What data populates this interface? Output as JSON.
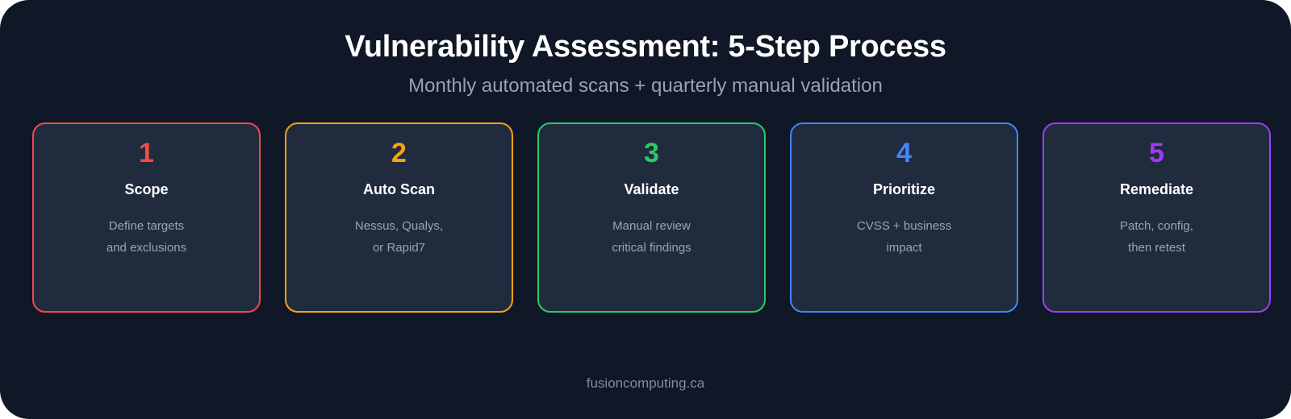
{
  "header": {
    "title": "Vulnerability Assessment: 5-Step Process",
    "subtitle": "Monthly automated scans + quarterly manual validation"
  },
  "colors": {
    "panel_background": "#101726",
    "card_background": "#212b3e",
    "title_text": "#ffffff",
    "subtitle_text": "#96a2b6",
    "description_text": "#98a4b6",
    "footer_text": "#7f8da4"
  },
  "steps": [
    {
      "number": "1",
      "title": "Scope",
      "description": "Define targets\nand exclusions",
      "accent": "#ee4b4b"
    },
    {
      "number": "2",
      "title": "Auto Scan",
      "description": "Nessus, Qualys,\nor Rapid7",
      "accent": "#f5a214"
    },
    {
      "number": "3",
      "title": "Validate",
      "description": "Manual review\ncritical findings",
      "accent": "#27cc63"
    },
    {
      "number": "4",
      "title": "Prioritize",
      "description": "CVSS + business\nimpact",
      "accent": "#4087f7"
    },
    {
      "number": "5",
      "title": "Remediate",
      "description": "Patch, config,\nthen retest",
      "accent": "#9b3df2"
    }
  ],
  "footer": {
    "text": "fusioncomputing.ca"
  }
}
